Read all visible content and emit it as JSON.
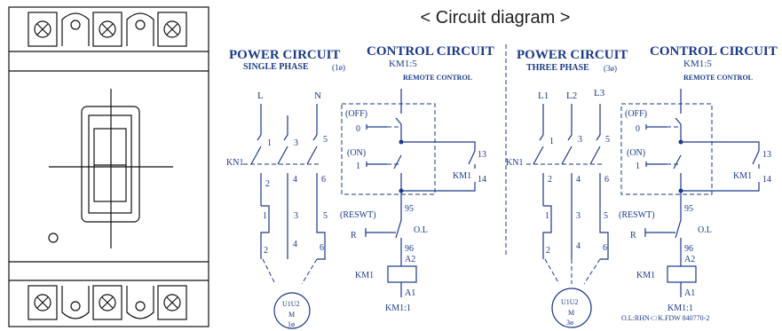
{
  "title": "< Circuit diagram >",
  "left": {
    "power_title": "POWER CIRCUIT",
    "power_subtitle": "SINGLE PHASE",
    "phase_symbol": "(1ø)",
    "control_title": "CONTROL CIRCUIT",
    "control_ref": "KM1:5",
    "remote": "REMOTE CONTROL",
    "motor_label": "1ø",
    "lines": [
      "L",
      "N"
    ]
  },
  "right": {
    "power_title": "POWER CIRCUIT",
    "power_subtitle": "THREE PHASE",
    "phase_symbol": "(3ø)",
    "control_title": "CONTROL CIRCUIT",
    "control_ref": "KM1:5",
    "remote": "REMOTE CONTROL",
    "motor_label": "3ø",
    "lines": [
      "L1",
      "L2",
      "L3"
    ],
    "footnote": "O.L:RHN-□  K.FDW 840770-2"
  },
  "labels": {
    "off": "(OFF)",
    "on": "(ON)",
    "zero": "0",
    "one": "1",
    "kn1": "KN1",
    "km1": "KM1",
    "reswt": "(RESWT)",
    "r": "R",
    "ol": "O.L",
    "n95": "95",
    "n96": "96",
    "a1": "A1",
    "a2": "A2",
    "km1_1": "KM1:1",
    "n13": "13",
    "n14": "14",
    "t1": "1",
    "t2": "2",
    "t3": "3",
    "t4": "4",
    "t5": "5",
    "t6": "6",
    "motor_top": "U1U2",
    "motor_m": "M"
  }
}
